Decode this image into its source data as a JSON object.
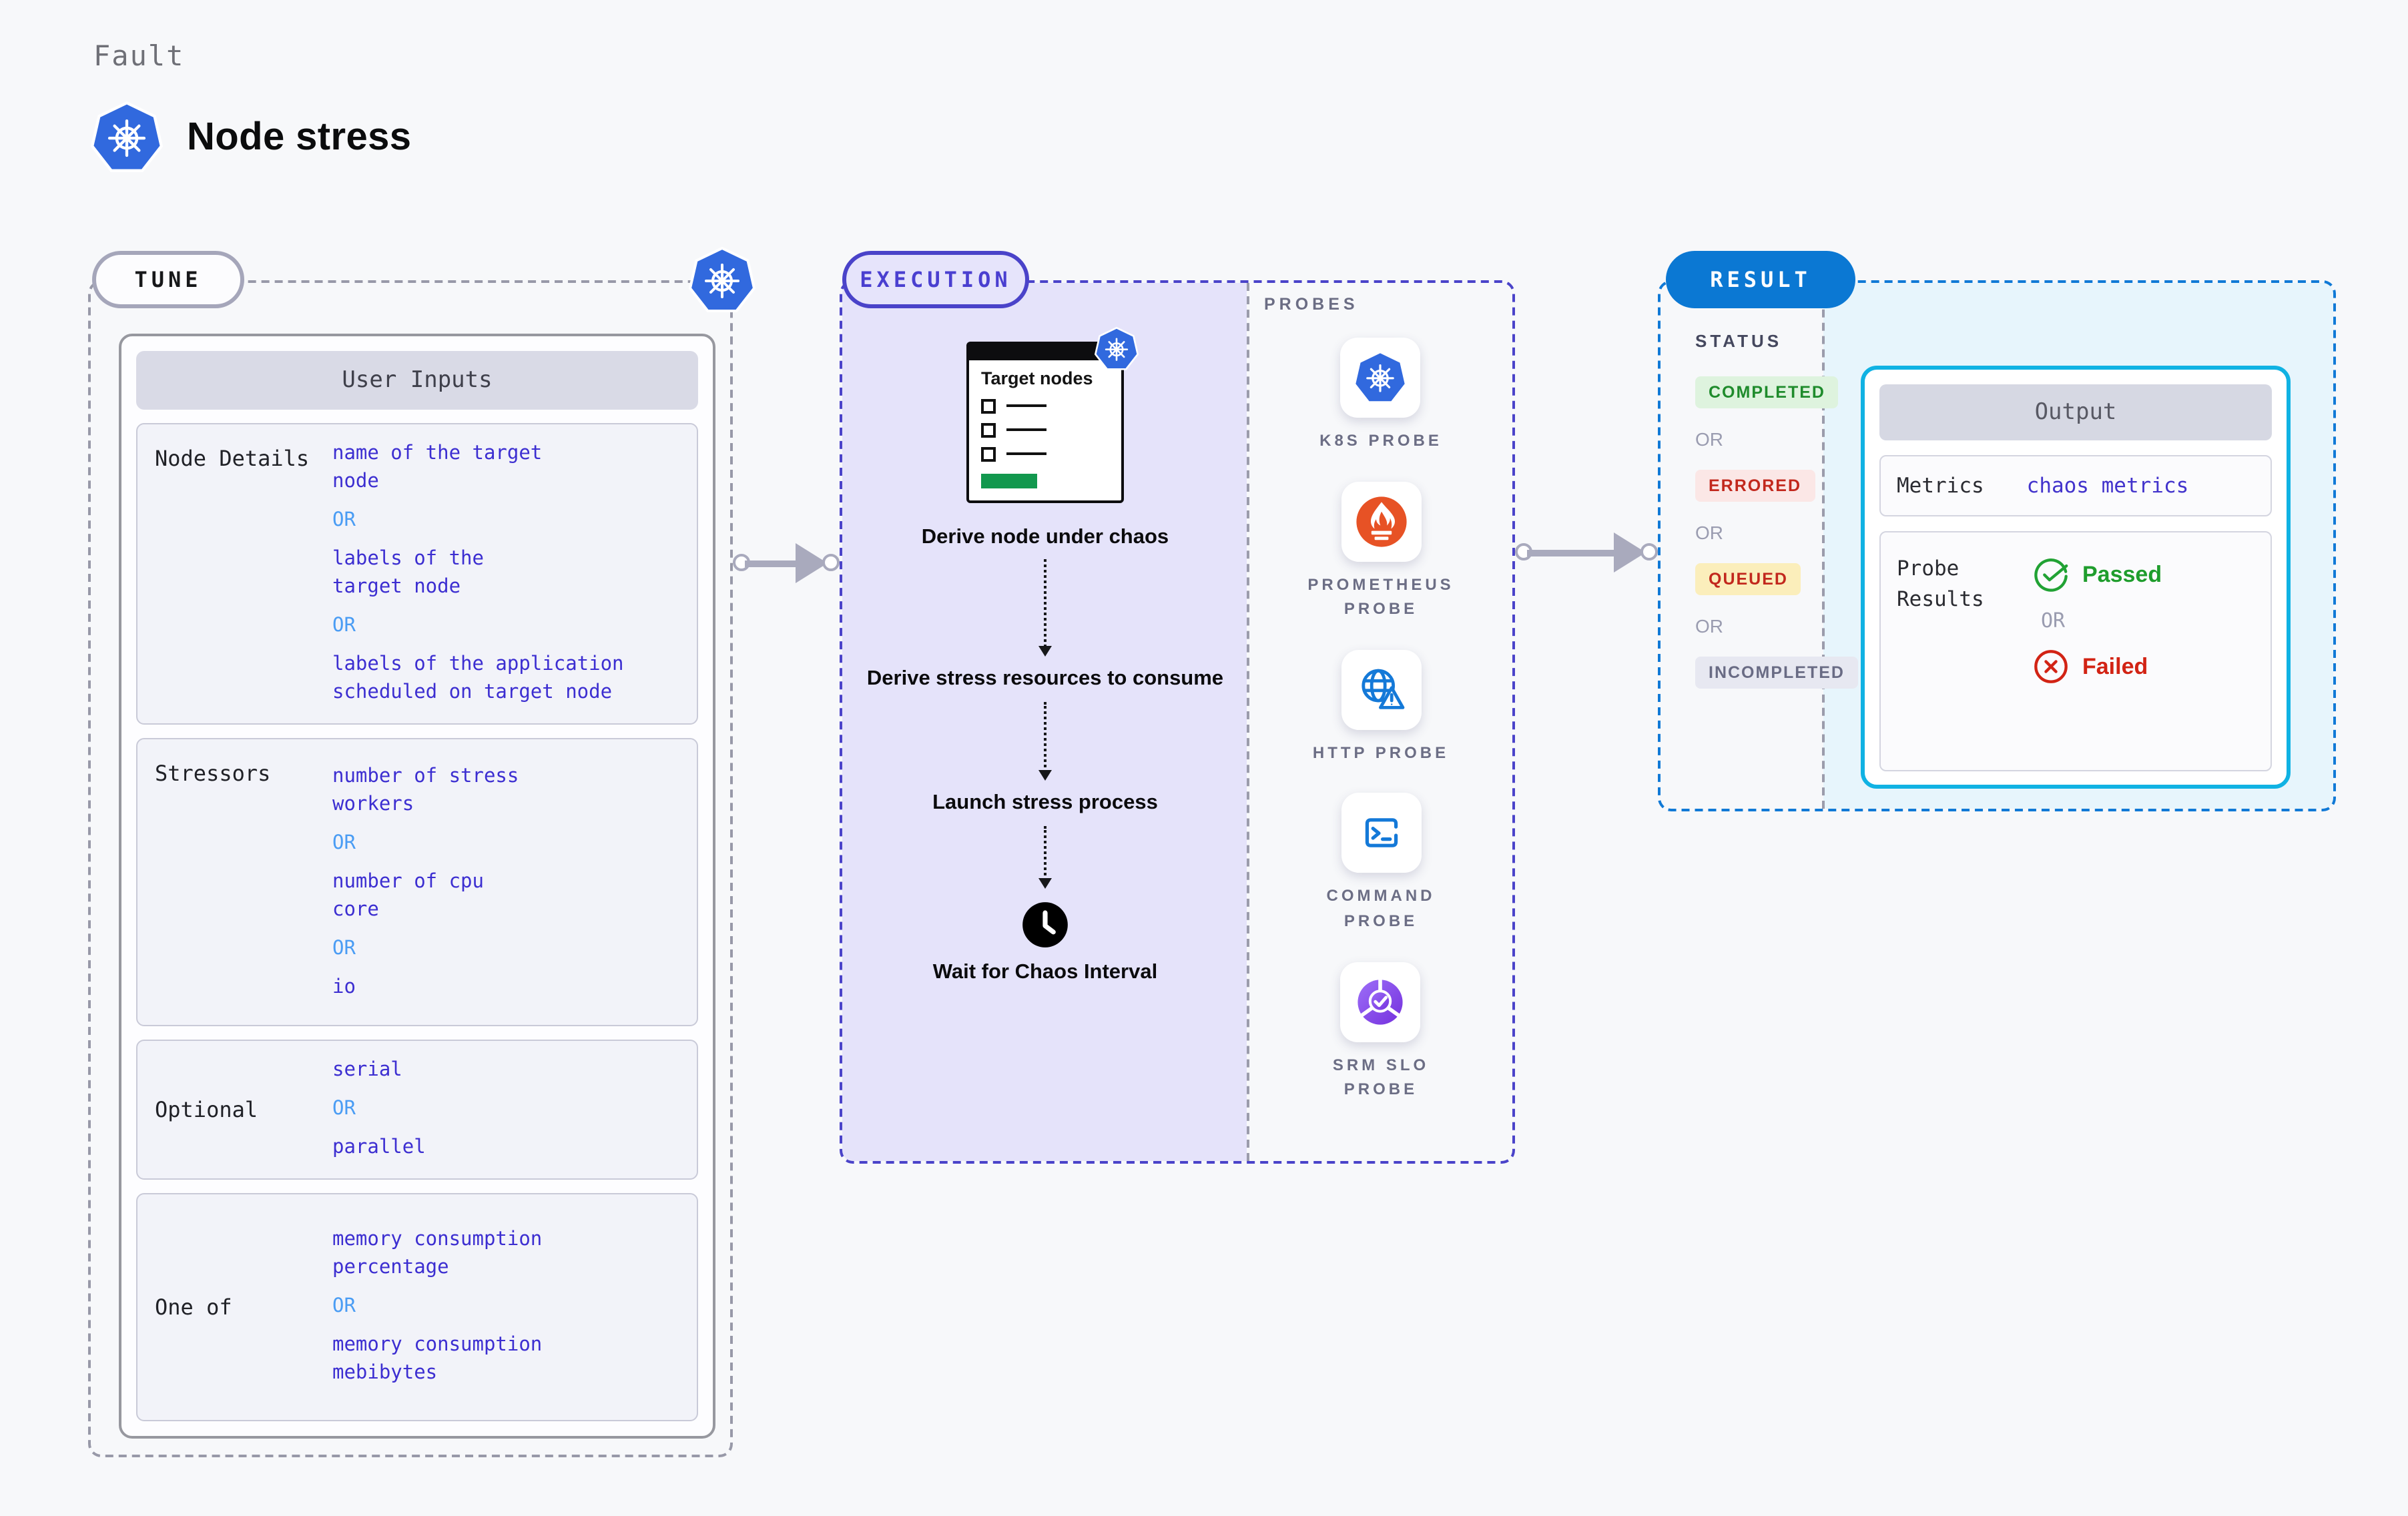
{
  "page": {
    "eyebrow": "Fault",
    "title": "Node stress"
  },
  "tune": {
    "pill": "TUNE",
    "panel_title": "User Inputs",
    "rows": [
      {
        "label": "Node Details",
        "values": [
          "name of the target\nnode",
          "OR",
          "labels of the\ntarget node",
          "OR",
          "labels of the application\n scheduled on target node"
        ]
      },
      {
        "label": "Stressors",
        "values": [
          "number of stress\nworkers",
          "OR",
          "number of cpu\ncore",
          "OR",
          "io"
        ]
      },
      {
        "label": "Optional",
        "values": [
          "serial",
          "OR",
          "parallel"
        ]
      },
      {
        "label": "One of",
        "values": [
          "memory consumption\npercentage",
          "OR",
          "memory consumption\nmebibytes"
        ]
      }
    ]
  },
  "execution": {
    "pill": "EXECUTION",
    "target_card": {
      "title": "Target nodes",
      "checkbox_count": 3
    },
    "steps": [
      {
        "label": "Derive node under chaos"
      },
      {
        "label": "Derive stress resources to consume"
      },
      {
        "label": "Launch stress process"
      },
      {
        "label": "Wait for Chaos Interval",
        "icon": "clock-icon"
      }
    ]
  },
  "probes": {
    "label": "PROBES",
    "items": [
      {
        "label": "K8S PROBE",
        "icon": "k8s-icon"
      },
      {
        "label": "PROMETHEUS\nPROBE",
        "icon": "prometheus-icon"
      },
      {
        "label": "HTTP PROBE",
        "icon": "http-icon"
      },
      {
        "label": "COMMAND\nPROBE",
        "icon": "command-icon"
      },
      {
        "label": "SRM SLO\nPROBE",
        "icon": "srm-slo-icon"
      }
    ]
  },
  "result": {
    "pill": "RESULT",
    "status_label": "STATUS",
    "status_items": [
      {
        "label": "COMPLETED",
        "bg": "#def3de",
        "color": "#1f8b2c"
      },
      {
        "label": "OR"
      },
      {
        "label": "ERRORED",
        "bg": "#fbe7e6",
        "color": "#c2281d"
      },
      {
        "label": "OR"
      },
      {
        "label": "QUEUED",
        "bg": "#fbeebb",
        "color": "#c2281d"
      },
      {
        "label": "OR"
      },
      {
        "label": "INCOMPLETED",
        "bg": "#e7e8f1",
        "color": "#696b84"
      }
    ],
    "output": {
      "title": "Output",
      "metrics_label": "Metrics",
      "metrics_value": "chaos metrics",
      "probe_results_label": "Probe\nResults",
      "passed_label": "Passed",
      "or_label": "OR",
      "failed_label": "Failed"
    }
  },
  "colors": {
    "value_indigo": "#3c2ed1",
    "or_blue": "#4a9cf4",
    "execution_purple": "#4a43c9",
    "result_blue": "#0b78d3",
    "output_border_cyan": "#10b2e3",
    "passed_green": "#1f9d2d",
    "failed_red": "#d22314",
    "kubernetes_blue": "#3169de",
    "prometheus_orange": "#e75225"
  }
}
